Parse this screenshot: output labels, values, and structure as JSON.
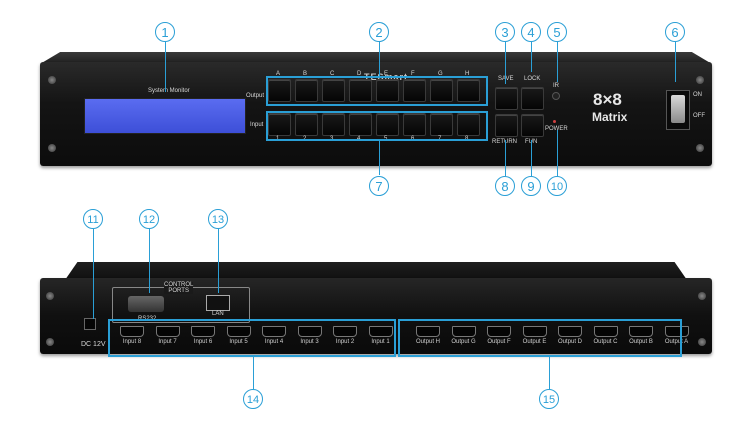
{
  "callouts": [
    "1",
    "2",
    "3",
    "4",
    "5",
    "6",
    "7",
    "8",
    "9",
    "10",
    "11",
    "12",
    "13",
    "14",
    "15"
  ],
  "front": {
    "lcd_title": "System Monitor",
    "output_label": "Output",
    "input_label": "Input",
    "output_buttons": [
      "A",
      "B",
      "C",
      "D",
      "E",
      "F",
      "G",
      "H"
    ],
    "input_buttons": [
      "1",
      "2",
      "3",
      "4",
      "5",
      "6",
      "7",
      "8"
    ],
    "brand": "TESmart",
    "save": "SAVE",
    "lock": "LOCK",
    "ir": "IR",
    "return": "RETURN",
    "fun": "FUN",
    "power_led": "POWER",
    "model_line1": "8×8",
    "model_line2": "Matrix",
    "switch_on": "ON",
    "switch_off": "OFF"
  },
  "back": {
    "dc": "DC 12V",
    "control_ports": "CONTROL\nPORTS",
    "rs232": "RS232",
    "lan": "LAN",
    "inputs": [
      "Input 8",
      "Input 7",
      "Input 6",
      "Input 5",
      "Input 4",
      "Input 3",
      "Input 2",
      "Input 1"
    ],
    "outputs": [
      "Output H",
      "Output G",
      "Output F",
      "Output E",
      "Output D",
      "Output C",
      "Output B",
      "Output A"
    ]
  },
  "colors": {
    "accent": "#2a9fd6",
    "lcd": "#4a5ce6",
    "chassis": "#141414"
  }
}
